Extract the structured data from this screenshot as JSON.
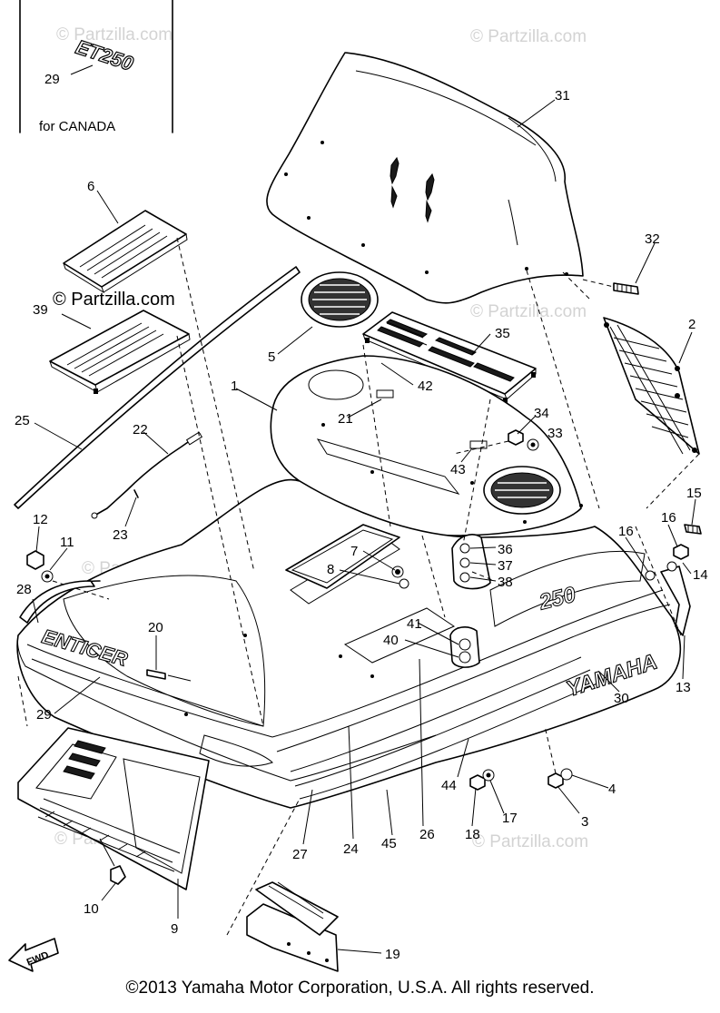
{
  "watermark": {
    "text": "© Partzilla.com"
  },
  "inset": {
    "label": "for CANADA",
    "decal_text": "ET250",
    "callout": "29"
  },
  "logos": {
    "yamaha": "YAMAHA",
    "model": "250",
    "enticer": "ENTICER"
  },
  "fwd_label": "FWD",
  "copyright": "©2013 Yamaha Motor Corporation, U.S.A. All rights reserved.",
  "callouts": [
    {
      "id": "31",
      "label": "31"
    },
    {
      "id": "32",
      "label": "32"
    },
    {
      "id": "2",
      "label": "2"
    },
    {
      "id": "6",
      "label": "6"
    },
    {
      "id": "39",
      "label": "39"
    },
    {
      "id": "5",
      "label": "5"
    },
    {
      "id": "35",
      "label": "35"
    },
    {
      "id": "42",
      "label": "42"
    },
    {
      "id": "1",
      "label": "1"
    },
    {
      "id": "21",
      "label": "21"
    },
    {
      "id": "34",
      "label": "34"
    },
    {
      "id": "33",
      "label": "33"
    },
    {
      "id": "43",
      "label": "43"
    },
    {
      "id": "25",
      "label": "25"
    },
    {
      "id": "22",
      "label": "22"
    },
    {
      "id": "23",
      "label": "23"
    },
    {
      "id": "12",
      "label": "12"
    },
    {
      "id": "11",
      "label": "11"
    },
    {
      "id": "15",
      "label": "15"
    },
    {
      "id": "16a",
      "label": "16"
    },
    {
      "id": "16b",
      "label": "16"
    },
    {
      "id": "14",
      "label": "14"
    },
    {
      "id": "36",
      "label": "36"
    },
    {
      "id": "37",
      "label": "37"
    },
    {
      "id": "38",
      "label": "38"
    },
    {
      "id": "7",
      "label": "7"
    },
    {
      "id": "8",
      "label": "8"
    },
    {
      "id": "28",
      "label": "28"
    },
    {
      "id": "41",
      "label": "41"
    },
    {
      "id": "40",
      "label": "40"
    },
    {
      "id": "13",
      "label": "13"
    },
    {
      "id": "20",
      "label": "20"
    },
    {
      "id": "30",
      "label": "30"
    },
    {
      "id": "29",
      "label": "29"
    },
    {
      "id": "4",
      "label": "4"
    },
    {
      "id": "44",
      "label": "44"
    },
    {
      "id": "17",
      "label": "17"
    },
    {
      "id": "18",
      "label": "18"
    },
    {
      "id": "3",
      "label": "3"
    },
    {
      "id": "27",
      "label": "27"
    },
    {
      "id": "24",
      "label": "24"
    },
    {
      "id": "45",
      "label": "45"
    },
    {
      "id": "26",
      "label": "26"
    },
    {
      "id": "10",
      "label": "10"
    },
    {
      "id": "9",
      "label": "9"
    },
    {
      "id": "19",
      "label": "19"
    }
  ]
}
